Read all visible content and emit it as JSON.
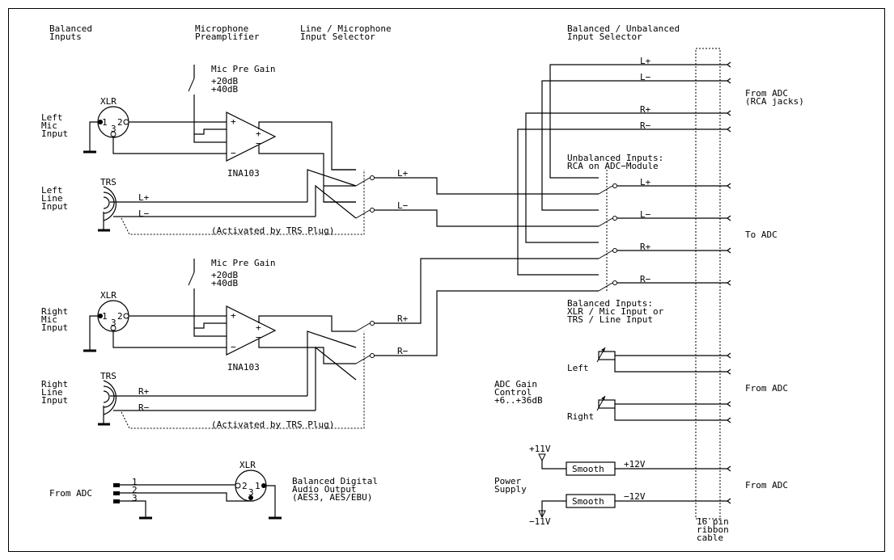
{
  "labels": {
    "balanced_inputs_1": "Balanced",
    "balanced_inputs_2": "Inputs",
    "mic_preamp_1": "Microphone",
    "mic_preamp_2": "Preamplifier",
    "line_mic_sel_1": "Line / Microphone",
    "line_mic_sel_2": "Input Selector",
    "bal_unbal_sel_1": "Balanced / Unbalanced",
    "bal_unbal_sel_2": "Input Selector",
    "mic_pre_gain": "Mic Pre Gain",
    "plus20db": "+20dB",
    "plus40db": "+40dB",
    "xlr": "XLR",
    "trs": "TRS",
    "left_mic_input": [
      "Left",
      "Mic",
      "Input"
    ],
    "left_line_input": [
      "Left",
      "Line",
      "Input"
    ],
    "right_mic_input": [
      "Right",
      "Mic",
      "Input"
    ],
    "right_line_input": [
      "Right",
      "Line",
      "Input"
    ],
    "ina103": "INA103",
    "activated_by_trs": "(Activated by TRS Plug)",
    "pin1": "1",
    "pin2": "2",
    "pin3": "3",
    "plus": "+",
    "minus": "−",
    "l_plus": "L+",
    "l_minus": "L−",
    "r_plus": "R+",
    "r_minus": "R−",
    "from_adc": "From ADC",
    "rca_jacks": "(RCA jacks)",
    "unbal_inputs_1": "Unbalanced Inputs:",
    "unbal_inputs_2": "RCA on ADC−Module",
    "to_adc": "To ADC",
    "bal_inputs_note_1": "Balanced Inputs:",
    "bal_inputs_note_2": "XLR / Mic Input or",
    "bal_inputs_note_3": "TRS / Line Input",
    "adc_gain_1": "ADC Gain",
    "adc_gain_2": "Control",
    "adc_gain_3": "+6..+36dB",
    "left": "Left",
    "right": "Right",
    "plus11v": "+11V",
    "minus11v": "−11V",
    "power_1": "Power",
    "power_2": "Supply",
    "smooth": "Smooth",
    "plus12v": "+12V",
    "minus12v": "−12V",
    "bal_digital_1": "Balanced Digital",
    "bal_digital_2": "Audio Output",
    "bal_digital_3": "(AES3, AES/EBU)",
    "ribbon_1": "16 pin",
    "ribbon_2": "ribbon",
    "ribbon_3": "cable"
  }
}
